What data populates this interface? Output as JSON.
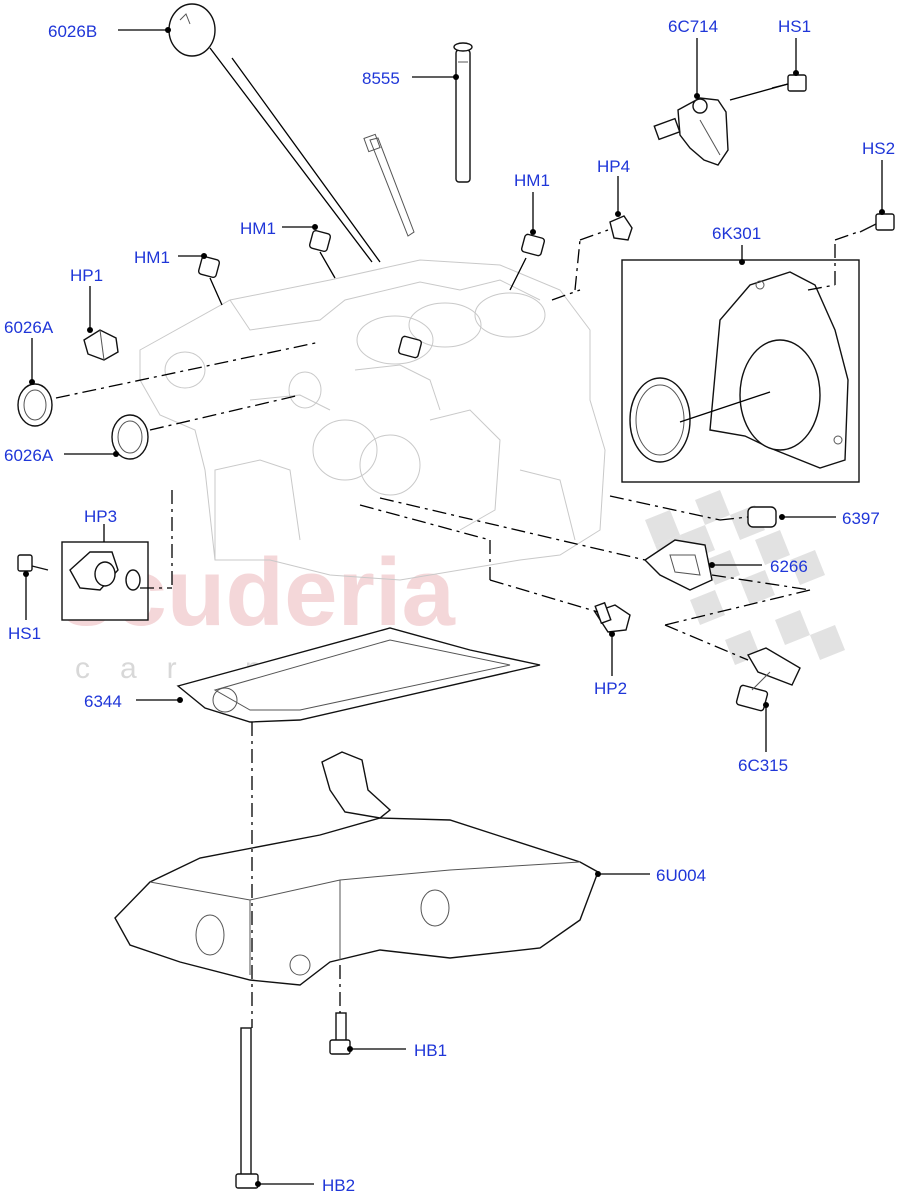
{
  "watermark": {
    "brand": "scuderia",
    "tagline": "car parts"
  },
  "callouts": [
    {
      "id": "6026B",
      "label": "6026B"
    },
    {
      "id": "8555",
      "label": "8555"
    },
    {
      "id": "6C714",
      "label": "6C714"
    },
    {
      "id": "HS1-top",
      "label": "HS1"
    },
    {
      "id": "HS2",
      "label": "HS2"
    },
    {
      "id": "HM1-right",
      "label": "HM1"
    },
    {
      "id": "HP4",
      "label": "HP4"
    },
    {
      "id": "HM1-mid",
      "label": "HM1"
    },
    {
      "id": "HM1-left",
      "label": "HM1"
    },
    {
      "id": "6K301",
      "label": "6K301"
    },
    {
      "id": "HP1",
      "label": "HP1"
    },
    {
      "id": "6026A-top",
      "label": "6026A"
    },
    {
      "id": "6026A-bottom",
      "label": "6026A"
    },
    {
      "id": "HP3",
      "label": "HP3"
    },
    {
      "id": "6397",
      "label": "6397"
    },
    {
      "id": "6266",
      "label": "6266"
    },
    {
      "id": "HS1-left",
      "label": "HS1"
    },
    {
      "id": "HP2",
      "label": "HP2"
    },
    {
      "id": "6344",
      "label": "6344"
    },
    {
      "id": "6C315",
      "label": "6C315"
    },
    {
      "id": "6U004",
      "label": "6U004"
    },
    {
      "id": "HB1",
      "label": "HB1"
    },
    {
      "id": "HB2",
      "label": "HB2"
    }
  ]
}
